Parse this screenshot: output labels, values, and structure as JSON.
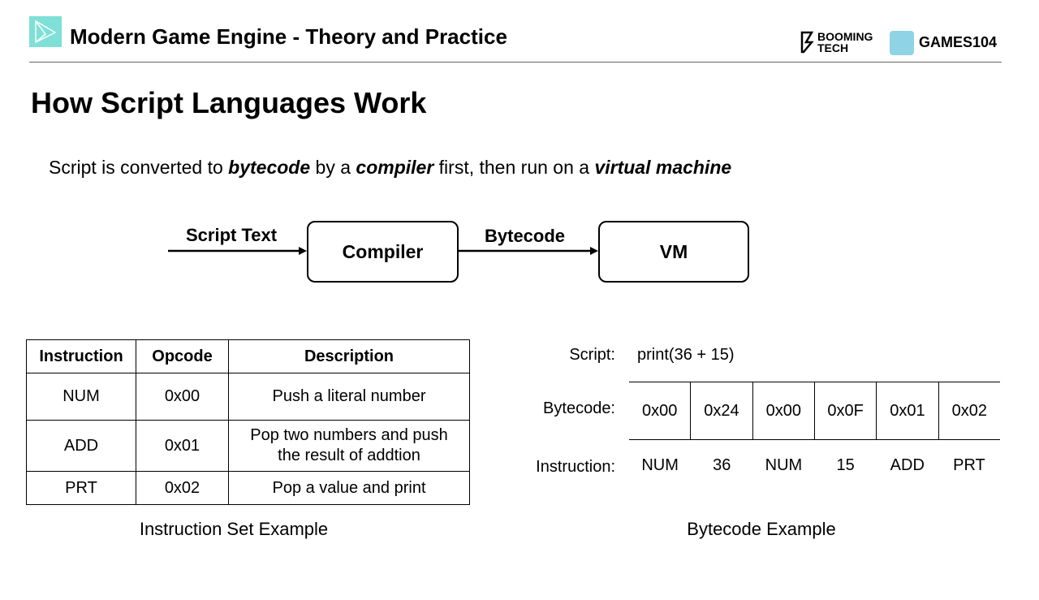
{
  "header": {
    "title": "Modern Game Engine - Theory and Practice",
    "logo_booming": "BOOMING TECH",
    "logo_games": "GAMES104",
    "accent": "#7ee0d6"
  },
  "slide": {
    "heading": "How Script Languages Work",
    "subtitle": {
      "p1": "Script is converted to ",
      "b1": "bytecode",
      "p2": " by a ",
      "b2": "compiler",
      "p3": " first, then run on a ",
      "b3": "virtual machine"
    },
    "diagram": {
      "input_label": "Script Text",
      "compiler": "Compiler",
      "mid_label": "Bytecode",
      "vm": "VM"
    },
    "instruction_table": {
      "headers": [
        "Instruction",
        "Opcode",
        "Description"
      ],
      "rows": [
        [
          "NUM",
          "0x00",
          "Push a literal number"
        ],
        [
          "ADD",
          "0x01",
          "Pop two numbers and push the result of addtion"
        ],
        [
          "PRT",
          "0x02",
          "Pop a value and print"
        ]
      ],
      "caption": "Instruction Set Example"
    },
    "bytecode_example": {
      "script_label": "Script:",
      "script": "print(36 + 15)",
      "bytecode_label": "Bytecode:",
      "bytes": [
        "0x00",
        "0x24",
        "0x00",
        "0x0F",
        "0x01",
        "0x02"
      ],
      "instruction_label": "Instruction:",
      "instructions": [
        "NUM",
        "36",
        "NUM",
        "15",
        "ADD",
        "PRT"
      ],
      "caption": "Bytecode Example"
    }
  }
}
